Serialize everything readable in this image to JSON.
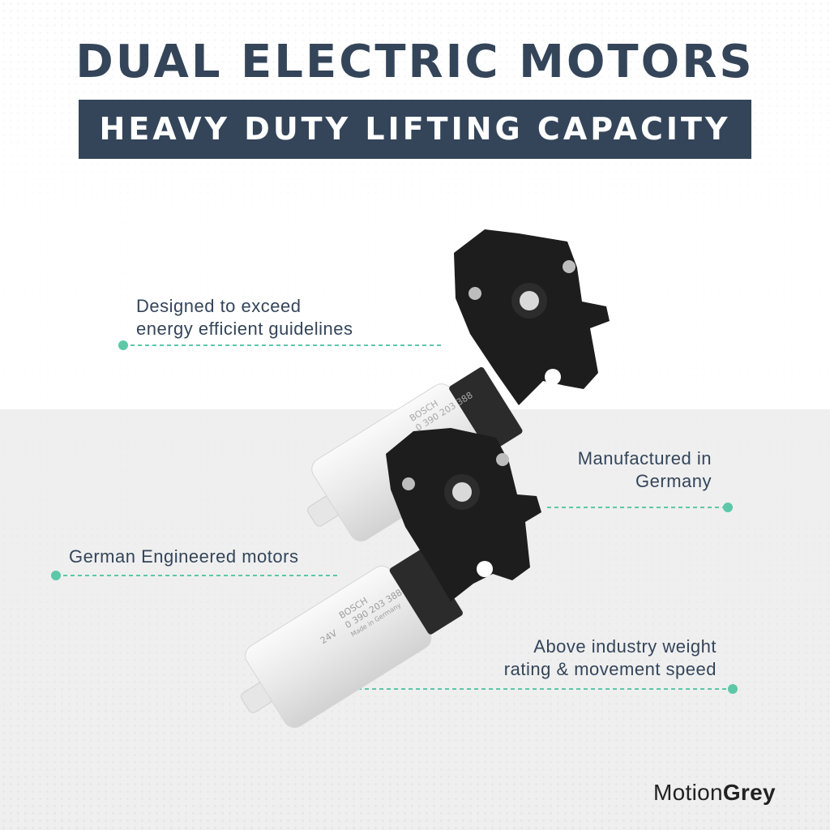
{
  "header": {
    "title": "DUAL ELECTRIC MOTORS",
    "subtitle": "HEAVY DUTY LIFTING CAPACITY"
  },
  "callouts": {
    "efficiency_line1": "Designed to exceed",
    "efficiency_line2": "energy efficient guidelines",
    "germany_line1": "Manufactured in",
    "germany_line2": "Germany",
    "engineered": "German Engineered motors",
    "rating_line1": "Above industry weight",
    "rating_line2": "rating & movement speed"
  },
  "motor_labels": {
    "brand": "BOSCH",
    "part_number": "0 390 203 388",
    "voltage": "24V",
    "origin": "Made in Germany"
  },
  "brand": {
    "name_regular": "Motion",
    "name_bold": "Grey"
  },
  "colors": {
    "navy": "#34455a",
    "teal": "#5cc8a8",
    "background_light": "#efefef"
  },
  "icons": {
    "callout_marker": "teal-dot-icon"
  }
}
